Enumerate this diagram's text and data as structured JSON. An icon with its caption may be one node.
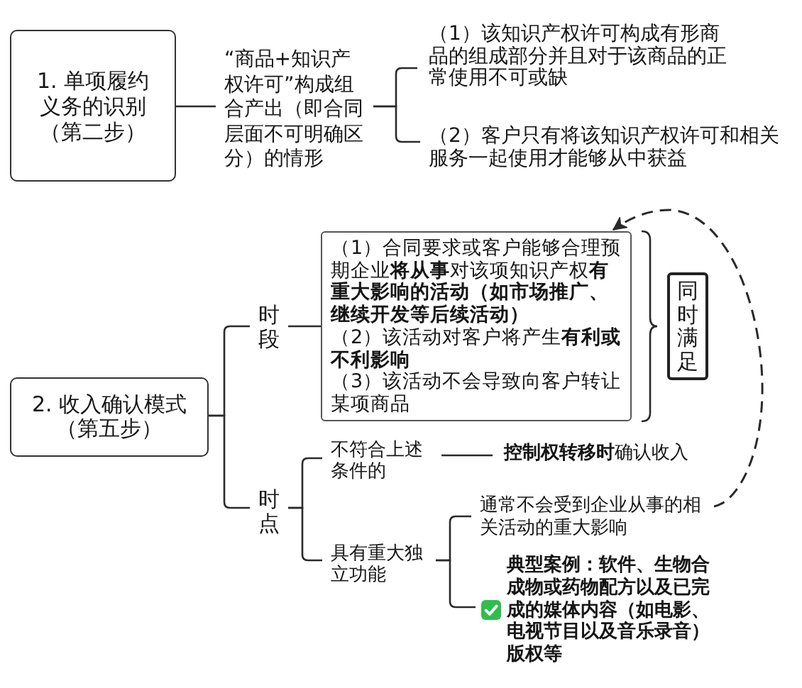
{
  "diagram": {
    "nodes": [
      {
        "text": [
          "1. 单项履约义务的识别（第二步）"
        ]
      },
      {
        "text": [
          "“商品+知识产权许可”构成组合产出（即合同层面不可明确区分）的情形"
        ]
      },
      {
        "text": [
          "（1）该知识产权许可构成有形商品的组成部分并且对于该商品的正常使用不可或缺"
        ]
      },
      {
        "text": [
          "（2）客户只有将该知识产权许可和相关服务一起使用才能够从中获益"
        ]
      },
      {
        "text": [
          "2. 收入确认模式（第五步）"
        ]
      },
      {
        "text": [
          "时段"
        ]
      },
      {
        "text": [
          "时点"
        ]
      },
      {
        "text": [
          "（1）合同要求或客户能够合理预期企业**将从事**对该项知识产权**有重大影响的活动（如市场推广、继续开发等后续活动）**",
          "（2）该活动对客户将产生**有利或不利影响**",
          "（3）该活动不会导致向客户转让某项商品"
        ]
      },
      {
        "text": [
          "同时满足"
        ]
      },
      {
        "text": [
          "不符合上述条件的"
        ]
      },
      {
        "text": [
          "**控制权转移时**确认收入"
        ]
      },
      {
        "text": [
          "具有重大独立功能"
        ]
      },
      {
        "text": [
          "通常不会受到企业从事的相关活动的重大影响"
        ]
      },
      {
        "text": [
          "典型案例：软件、生物合成物或药物配方以及已完成的媒体内容（如电影、电视节目以及音乐录音）版权等"
        ]
      }
    ],
    "edges": [
      {
        "from": 0,
        "to": 1,
        "arrow": "none"
      },
      {
        "from": 1,
        "to": 2,
        "arrow": "none"
      },
      {
        "from": 1,
        "to": 3,
        "arrow": "none"
      },
      {
        "from": 4,
        "to": 5,
        "arrow": "none"
      },
      {
        "from": 4,
        "to": 6,
        "arrow": "none"
      },
      {
        "from": 5,
        "to": 7,
        "arrow": "none"
      },
      {
        "from": 6,
        "to": 9,
        "arrow": "none"
      },
      {
        "from": 6,
        "to": 11,
        "arrow": "none"
      },
      {
        "from": 9,
        "to": 10,
        "arrow": "none"
      },
      {
        "from": 11,
        "to": 12,
        "arrow": "none"
      },
      {
        "from": 11,
        "to": 13,
        "arrow": "none"
      },
      {
        "from": 12,
        "to": 7,
        "arrow": "to",
        "style": "dashed"
      }
    ]
  }
}
